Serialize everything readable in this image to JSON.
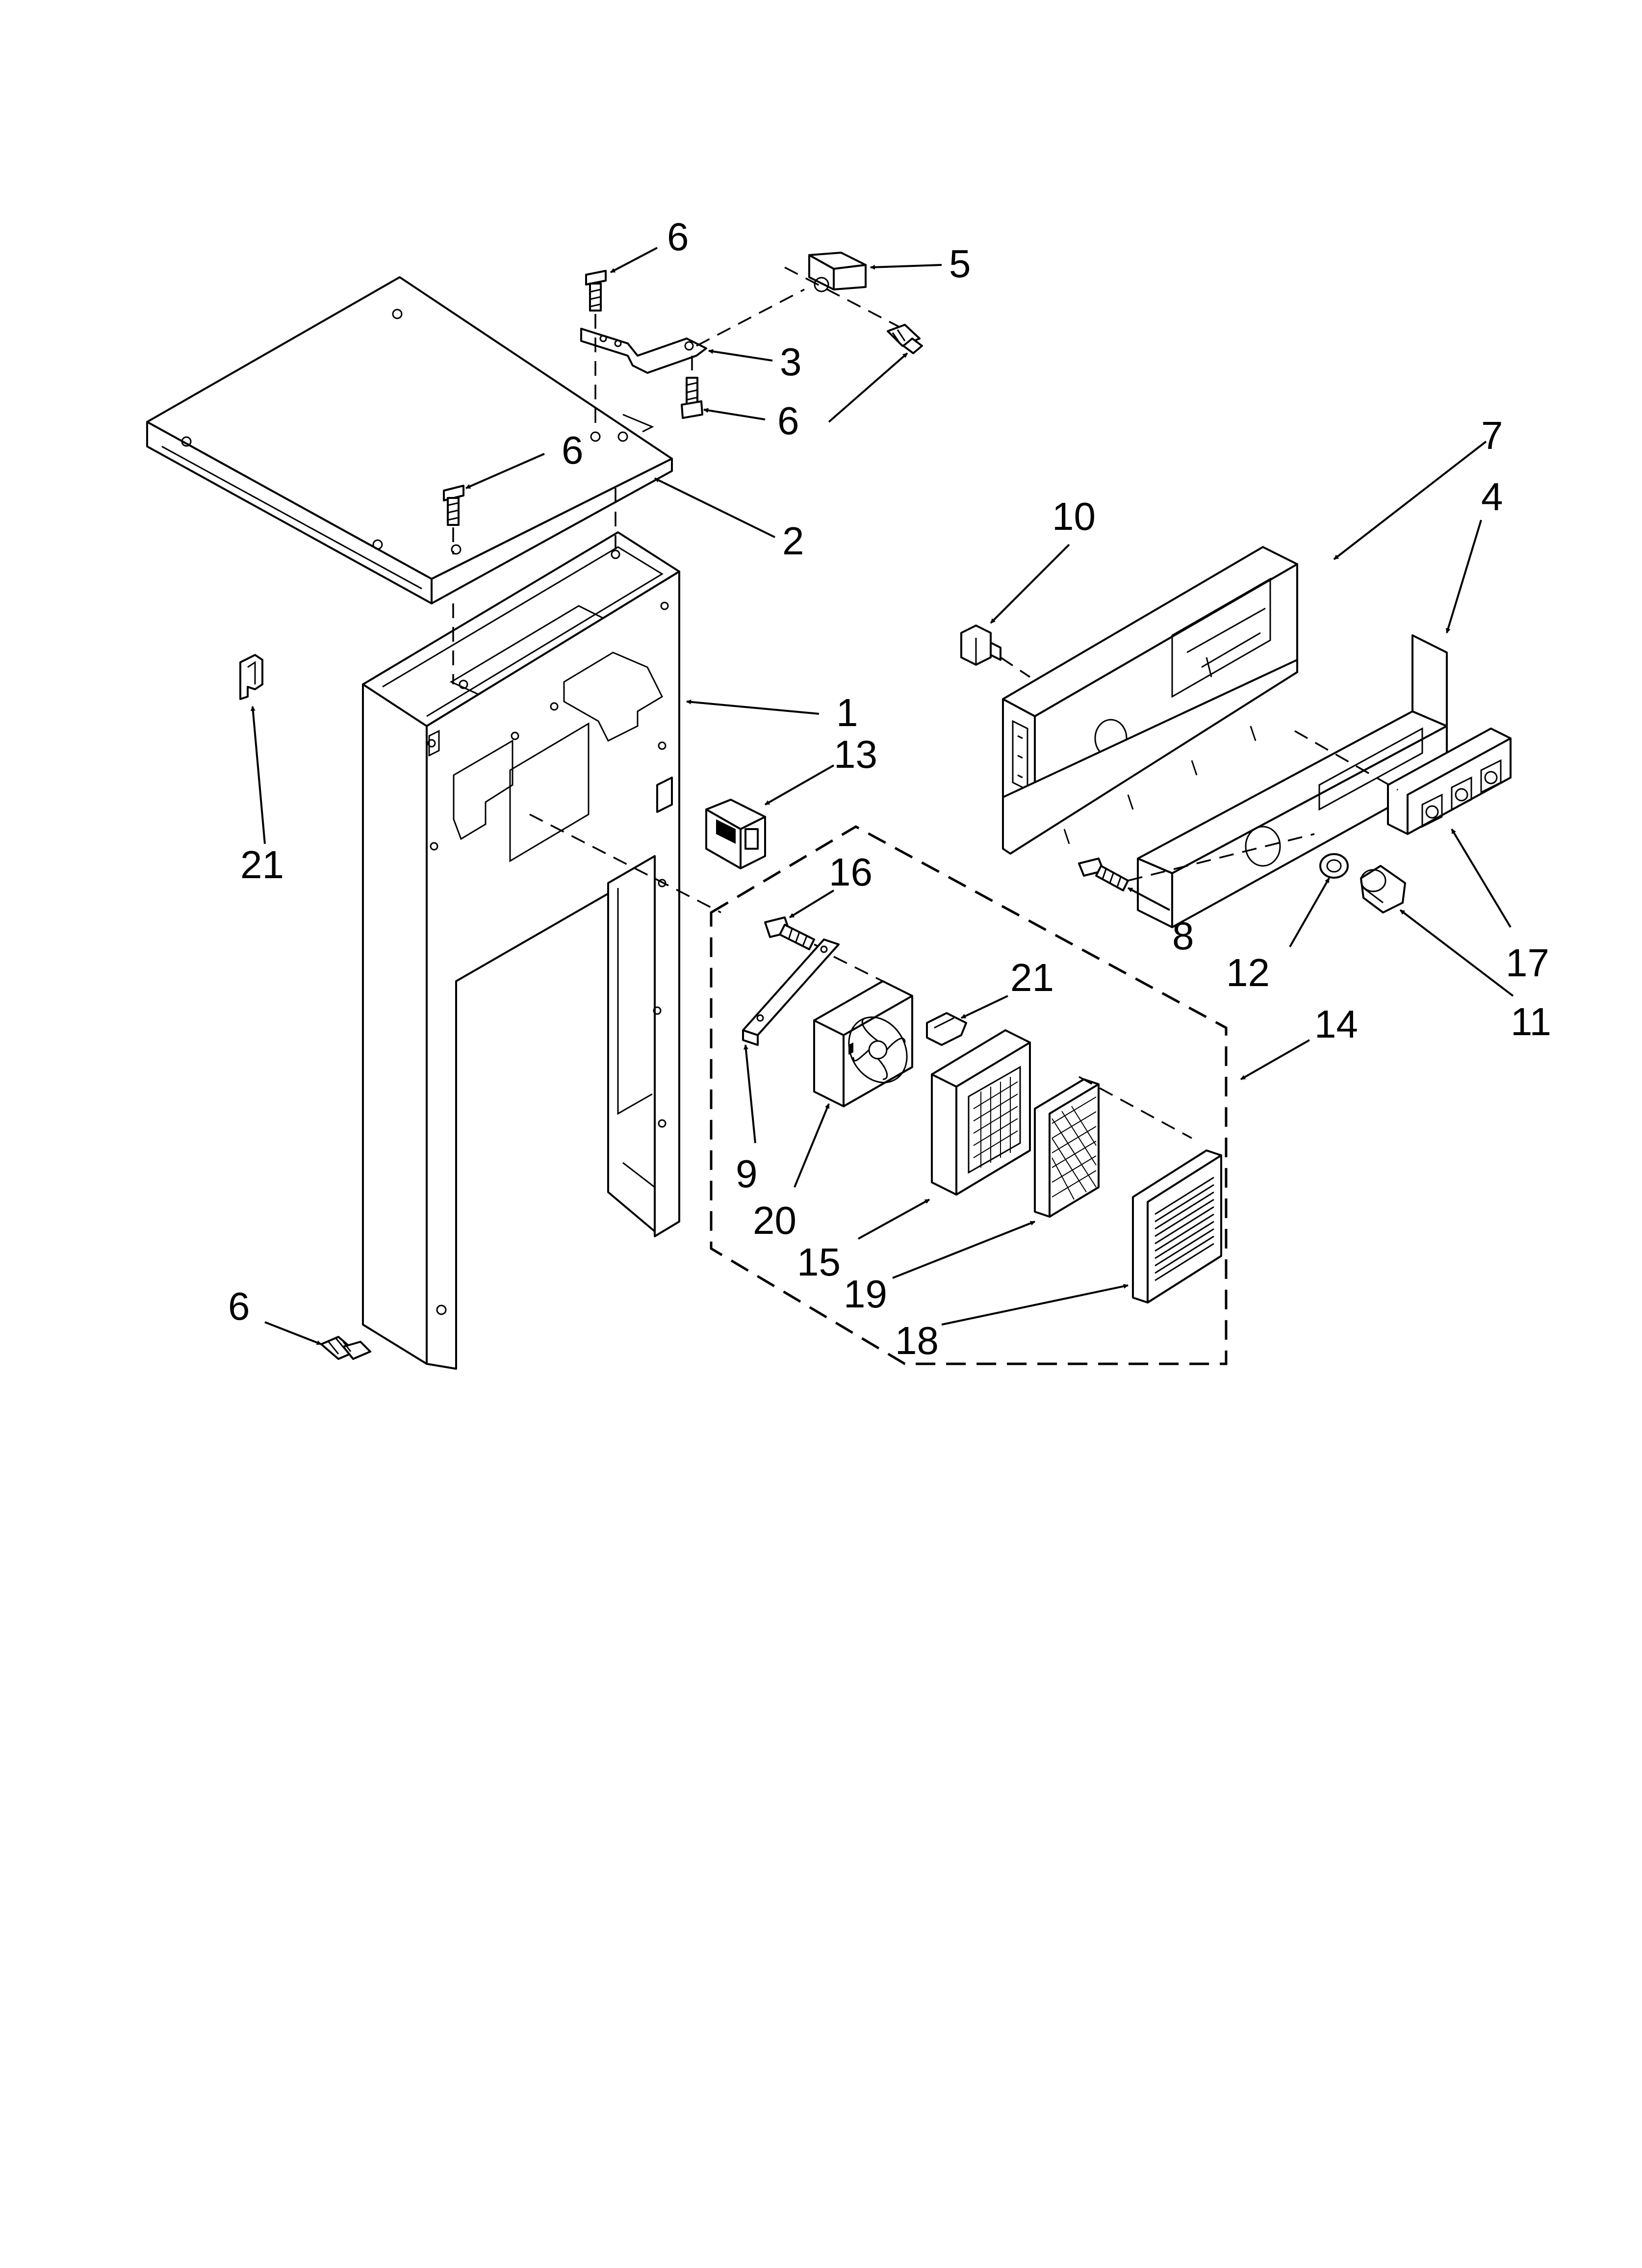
{
  "diagram": {
    "callouts": [
      {
        "id": "c6a",
        "text": "6"
      },
      {
        "id": "c5",
        "text": "5"
      },
      {
        "id": "c3",
        "text": "3"
      },
      {
        "id": "c6b",
        "text": "6"
      },
      {
        "id": "c6c",
        "text": "6"
      },
      {
        "id": "c2",
        "text": "2"
      },
      {
        "id": "c7",
        "text": "7"
      },
      {
        "id": "c4",
        "text": "4"
      },
      {
        "id": "c10",
        "text": "10"
      },
      {
        "id": "c1",
        "text": "1"
      },
      {
        "id": "c13",
        "text": "13"
      },
      {
        "id": "c21a",
        "text": "21"
      },
      {
        "id": "c16",
        "text": "16"
      },
      {
        "id": "c21b",
        "text": "21"
      },
      {
        "id": "c14",
        "text": "14"
      },
      {
        "id": "c8",
        "text": "8"
      },
      {
        "id": "c12",
        "text": "12"
      },
      {
        "id": "c17",
        "text": "17"
      },
      {
        "id": "c11",
        "text": "11"
      },
      {
        "id": "c9",
        "text": "9"
      },
      {
        "id": "c20",
        "text": "20"
      },
      {
        "id": "c15",
        "text": "15"
      },
      {
        "id": "c19",
        "text": "19"
      },
      {
        "id": "c18",
        "text": "18"
      },
      {
        "id": "c6d",
        "text": "6"
      }
    ]
  }
}
